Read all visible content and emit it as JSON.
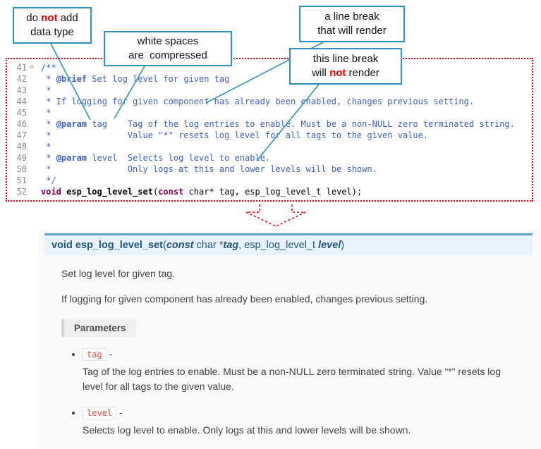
{
  "colors": {
    "accent": "#2b93be",
    "alert": "#e60000",
    "comment": "#3f5fbf",
    "keyword": "#7f0055",
    "gutter": "#8a8a8a",
    "sig_text": "#20557c",
    "sig_bg": "#e7f2fa",
    "chip_text": "#e74c3c",
    "body_text": "#404040"
  },
  "callouts": {
    "c1": {
      "pre": "do ",
      "em": "not",
      "post": " add",
      "line2": "data type"
    },
    "c2": {
      "line1": "white spaces",
      "line2": "are  compressed"
    },
    "c3": {
      "line1": "a line break",
      "line2": "that will render"
    },
    "c4": {
      "line1": "this line break",
      "pre": "will ",
      "em": "not",
      "post": " render"
    }
  },
  "editor": {
    "lines": [
      {
        "no": "41",
        "fold": "⊖",
        "segs": [
          {
            "s": "cmt",
            "t": "/**"
          }
        ]
      },
      {
        "no": "42",
        "segs": [
          {
            "s": "cmt",
            "t": " * "
          },
          {
            "s": "tag",
            "t": "@brief"
          },
          {
            "s": "cmt",
            "t": " Set log level for given tag"
          }
        ]
      },
      {
        "no": "43",
        "segs": [
          {
            "s": "cmt",
            "t": " *"
          }
        ]
      },
      {
        "no": "44",
        "segs": [
          {
            "s": "cmt",
            "t": " * If logging for given component has already been enabled, changes previous setting."
          }
        ]
      },
      {
        "no": "45",
        "segs": [
          {
            "s": "cmt",
            "t": " *"
          }
        ]
      },
      {
        "no": "46",
        "segs": [
          {
            "s": "cmt",
            "t": " * "
          },
          {
            "s": "tag",
            "t": "@param"
          },
          {
            "s": "cmt",
            "t": " tag    Tag of the log entries to enable. Must be a non-NULL zero terminated string."
          }
        ]
      },
      {
        "no": "47",
        "segs": [
          {
            "s": "cmt",
            "t": " *               Value \"*\" resets log level for all tags to the given value."
          }
        ]
      },
      {
        "no": "48",
        "segs": [
          {
            "s": "cmt",
            "t": " *"
          }
        ]
      },
      {
        "no": "49",
        "segs": [
          {
            "s": "cmt",
            "t": " * "
          },
          {
            "s": "tag",
            "t": "@param"
          },
          {
            "s": "cmt",
            "t": " level  Selects log level to enable."
          }
        ]
      },
      {
        "no": "50",
        "segs": [
          {
            "s": "cmt",
            "t": " *               Only logs at this and lower levels will be shown."
          }
        ]
      },
      {
        "no": "51",
        "segs": [
          {
            "s": "cmt",
            "t": " */"
          }
        ]
      },
      {
        "no": "52",
        "segs": [
          {
            "s": "kw",
            "t": "void"
          },
          {
            "s": "pl",
            "t": " "
          },
          {
            "s": "fn",
            "t": "esp_log_level_set"
          },
          {
            "s": "pl",
            "t": "("
          },
          {
            "s": "kw",
            "t": "const"
          },
          {
            "s": "pl",
            "t": " char* tag, esp_log_level_t level);"
          }
        ]
      }
    ]
  },
  "docs": {
    "sig": {
      "ret": "void",
      "sp1": " ",
      "name": "esp_log_level_set",
      "open": "(",
      "const_kw": "const",
      "type1": " char *",
      "arg1": "tag",
      "sep": ", ",
      "type2": "esp_log_level_t ",
      "arg2": "level",
      "close": ")"
    },
    "p1": "Set log level for given tag.",
    "p2": "If logging for given component has already been enabled, changes previous setting.",
    "params_label": "Parameters",
    "items": [
      {
        "name": "tag",
        "dash": " - ",
        "desc": "Tag of the log entries to enable. Must be a non-NULL zero terminated string. Value “*” resets log level for all tags to the given value."
      },
      {
        "name": "level",
        "dash": " - ",
        "desc": "Selects log level to enable. Only logs at this and lower levels will be shown."
      }
    ]
  }
}
